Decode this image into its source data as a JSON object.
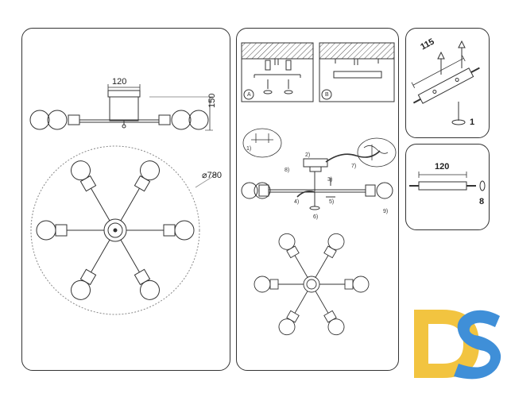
{
  "panel1": {
    "width_label": "120",
    "height_label": "150",
    "diameter_label": "⌀780"
  },
  "panel2": {
    "sub_a": "A",
    "sub_b": "B",
    "steps": [
      "1)",
      "2)",
      "3)",
      "4)",
      "5)",
      "6)",
      "7)",
      "8)",
      "9)"
    ]
  },
  "panel3": {
    "dim_label": "115",
    "step_label": "1"
  },
  "panel4": {
    "dim_label": "120",
    "step_label": "8"
  },
  "logo": {
    "text": "DS",
    "color_d": "#f2c440",
    "color_s": "#3f8fd8"
  },
  "colors": {
    "line": "#333333",
    "dashed": "#888888"
  }
}
